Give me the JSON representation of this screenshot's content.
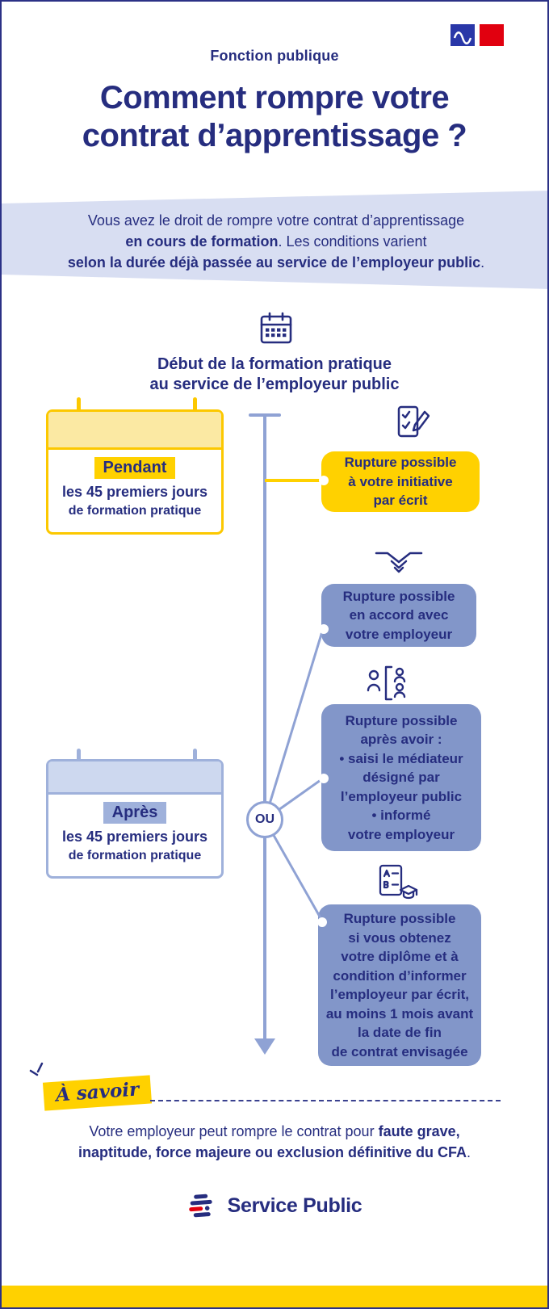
{
  "header": {
    "kicker": "Fonction publique",
    "title_line1": "Comment rompre votre",
    "title_line2": "contrat d’apprentissage ?"
  },
  "intro": {
    "line1": "Vous avez le droit de rompre votre contrat d’apprentissage",
    "line2_bold": "en cours de formation",
    "line2_rest": ". Les conditions varient",
    "line3_bold": "selon la durée déjà passée au service de l’employeur public",
    "line3_rest": "."
  },
  "timeline": {
    "heading_line1": "Début de la formation pratique",
    "heading_line2": "au service de l’employeur public",
    "or_label": "OU"
  },
  "periods": [
    {
      "highlight": "Pendant",
      "line1": "les 45 premiers jours",
      "line2": "de formation pratique"
    },
    {
      "highlight": "Après",
      "line1": "les 45 premiers jours",
      "line2": "de formation pratique"
    }
  ],
  "outcomes": [
    {
      "icon": "checklist-pencil-icon",
      "lines": [
        "Rupture possible",
        "à votre initiative",
        "par écrit"
      ]
    },
    {
      "icon": "handshake-icon",
      "lines": [
        "Rupture possible",
        "en accord avec",
        "votre employeur"
      ]
    },
    {
      "icon": "mediator-icon",
      "lines": [
        "Rupture possible",
        "après avoir :",
        "• saisi le médiateur",
        "désigné par",
        "l’employeur public",
        "• informé",
        "votre employeur"
      ]
    },
    {
      "icon": "diploma-icon",
      "lines": [
        "Rupture possible",
        "si vous obtenez",
        "votre diplôme et à",
        "condition d’informer",
        "l’employeur par écrit,",
        "au moins 1 mois avant",
        "la date de fin",
        "de contrat envisagée"
      ]
    }
  ],
  "footnote": {
    "label": "À savoir",
    "line1_normal": "Votre employeur peut rompre le contrat pour ",
    "line1_bold": "faute grave,",
    "line2_bold": "inaptitude, force majeure ou exclusion définitive du CFA",
    "line2_end": "."
  },
  "brand": {
    "name": "Service Public"
  },
  "colors": {
    "navy": "#262d7f",
    "yellow": "#ffd100",
    "light_yellow": "#fbe9a3",
    "banner_blue": "#d8def2",
    "slate_blue": "#8296c9",
    "card_blue_header": "#cdd8ef",
    "card_blue_border": "#9fb1db",
    "timeline_blue": "#8fa2d4",
    "flag_red": "#e1000f"
  }
}
